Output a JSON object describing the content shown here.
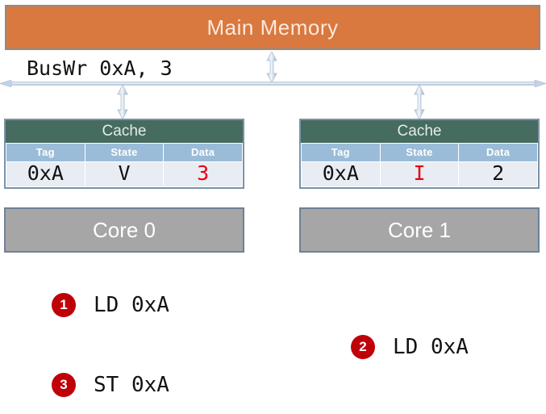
{
  "diagram": {
    "main_memory": {
      "label": "Main Memory",
      "color": "#D9783F"
    },
    "bus": {
      "label": "BusWr 0xA, 3",
      "line_color": "#A8BDD4"
    },
    "caches": [
      {
        "id": "cache-0",
        "title": "Cache",
        "headers": [
          "Tag",
          "State",
          "Data"
        ],
        "row": {
          "tag": "0xA",
          "state": "V",
          "data": "3"
        },
        "highlight": "data",
        "highlight_color": "#E8000D"
      },
      {
        "id": "cache-1",
        "title": "Cache",
        "headers": [
          "Tag",
          "State",
          "Data"
        ],
        "row": {
          "tag": "0xA",
          "state": "I",
          "data": "2"
        },
        "highlight": "state",
        "highlight_color": "#E8000D"
      }
    ],
    "cores": [
      {
        "id": "core-0",
        "label": "Core 0"
      },
      {
        "id": "core-1",
        "label": "Core 1"
      }
    ],
    "steps": [
      {
        "number": "1",
        "text": "LD 0xA"
      },
      {
        "number": "2",
        "text": "LD 0xA"
      },
      {
        "number": "3",
        "text": "ST 0xA"
      }
    ],
    "badge_color": "#C00008"
  }
}
